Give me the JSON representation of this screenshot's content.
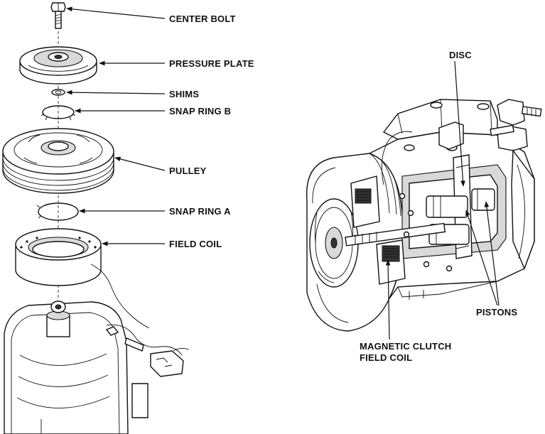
{
  "labels": {
    "center_bolt": "CENTER BOLT",
    "pressure_plate": "PRESSURE PLATE",
    "shims": "SHIMS",
    "snap_ring_b": "SNAP RING B",
    "pulley": "PULLEY",
    "snap_ring_a": "SNAP RING A",
    "field_coil": "FIELD COIL",
    "disc": "DISC",
    "pistons": "PISTONS",
    "magnetic_clutch_line1": "MAGNETIC CLUTCH",
    "magnetic_clutch_line2": "FIELD COIL"
  }
}
